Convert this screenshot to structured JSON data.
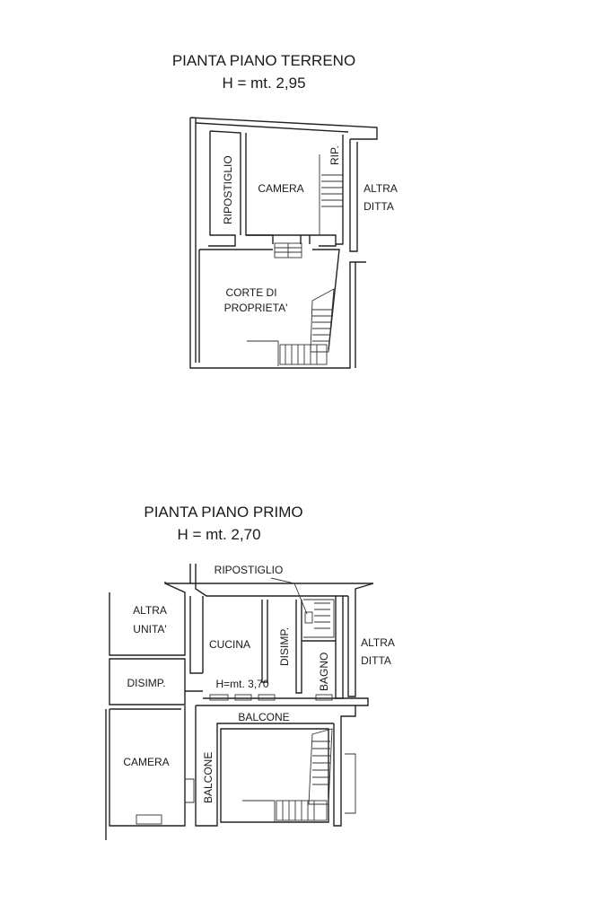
{
  "ground_floor": {
    "title": "PIANTA PIANO TERRENO",
    "height": "H = mt. 2,95",
    "rooms": {
      "ripostiglio": "RIPOSTIGLIO",
      "camera": "CAMERA",
      "rip": "RIP.",
      "altra_ditta_1": "ALTRA",
      "altra_ditta_2": "DITTA",
      "corte_1": "CORTE DI",
      "corte_2": "PROPRIETA'"
    }
  },
  "first_floor": {
    "title": "PIANTA PIANO PRIMO",
    "height": "H = mt. 2,70",
    "rooms": {
      "ripostiglio": "RIPOSTIGLIO",
      "altra_unita_1": "ALTRA",
      "altra_unita_2": "UNITA'",
      "cucina": "CUCINA",
      "disimp_vertical": "DISIMP.",
      "bagno": "BAGNO",
      "altra_ditta_1": "ALTRA",
      "altra_ditta_2": "DITTA",
      "disimp": "DISIMP.",
      "cucina_height": "H=mt. 3,70",
      "balcone_top": "BALCONE",
      "camera": "CAMERA",
      "balcone_side": "BALCONE"
    }
  }
}
